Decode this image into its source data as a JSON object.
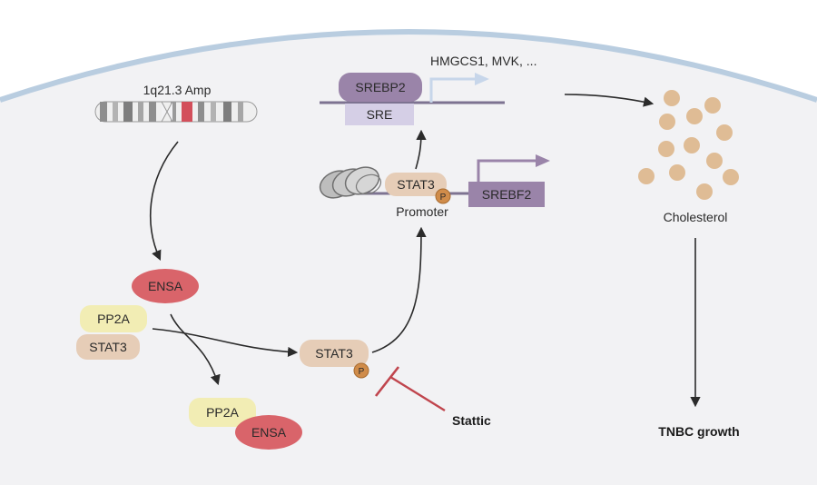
{
  "labels": {
    "amp": "1q21.3 Amp",
    "hmgcs": "HMGCS1, MVK, ...",
    "srebp2": "SREBP2",
    "sre": "SRE",
    "stat3_promoter": "STAT3",
    "p": "P",
    "srebf2": "SREBF2",
    "promoter": "Promoter",
    "cholesterol": "Cholesterol",
    "ensa": "ENSA",
    "pp2a": "PP2A",
    "stat3": "STAT3",
    "stat3_phos": "STAT3",
    "pp2a_complex": "PP2A",
    "ensa_complex": "ENSA",
    "stattic": "Stattic",
    "tnbc": "TNBC growth"
  },
  "colors": {
    "cell_fill": "#f2f2f4",
    "membrane": "#b9cde0",
    "arrow": "#2b2b2b",
    "ensa": "#d9646a",
    "pp2a": "#f2edb4",
    "stat3": "#e6cdb7",
    "phospho": "#d08c4a",
    "srebp": "#9a84a9",
    "sre": "#d5cfe6",
    "dna": "#7d7391",
    "inhibitor": "#c0454d",
    "cholesterol": "#dfbc95",
    "promoter_arrow": "#c7d6ea"
  }
}
